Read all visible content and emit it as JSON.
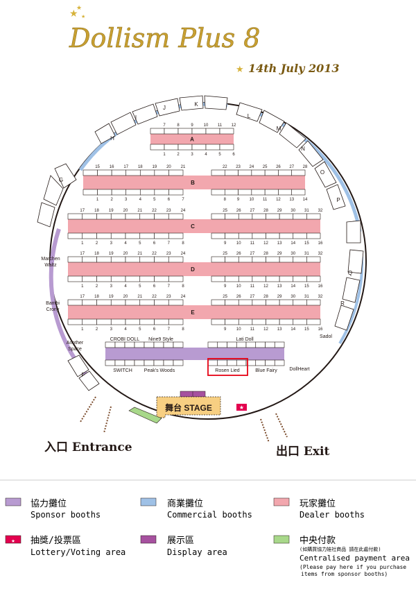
{
  "header": {
    "title": "Dollism Plus 8",
    "date": "14th July 2013",
    "colors": {
      "title": "#c8a032",
      "date": "#7a5a12",
      "star": "#d6b23a"
    }
  },
  "colors": {
    "sponsor": "#b89bd1",
    "commercial": "#9fc1e6",
    "dealer": "#f2a7ae",
    "lottery": "#e3004f",
    "display": "#a6519f",
    "payment": "#a8d88a",
    "stage": "#f7cf82",
    "highlight": "#e60012"
  },
  "rows": {
    "A": {
      "label": "A",
      "top": [
        "7",
        "8",
        "9",
        "10",
        "11",
        "12"
      ],
      "bottom": [
        "1",
        "2",
        "3",
        "4",
        "5",
        "6"
      ]
    },
    "B": {
      "label": "B",
      "top": [
        "15",
        "16",
        "17",
        "18",
        "19",
        "20",
        "21",
        "22",
        "23",
        "24",
        "25",
        "26",
        "27",
        "28"
      ],
      "bottom": [
        "1",
        "2",
        "3",
        "4",
        "5",
        "6",
        "7",
        "8",
        "9",
        "10",
        "11",
        "12",
        "13",
        "14"
      ]
    },
    "C": {
      "label": "C",
      "top": [
        "17",
        "18",
        "19",
        "20",
        "21",
        "22",
        "23",
        "24",
        "25",
        "26",
        "27",
        "28",
        "29",
        "30",
        "31",
        "32"
      ],
      "bottom": [
        "1",
        "2",
        "3",
        "4",
        "5",
        "6",
        "7",
        "8",
        "9",
        "10",
        "11",
        "12",
        "13",
        "14",
        "15",
        "16"
      ]
    },
    "D": {
      "label": "D",
      "top": [
        "17",
        "18",
        "19",
        "20",
        "21",
        "22",
        "23",
        "24",
        "25",
        "26",
        "27",
        "28",
        "29",
        "30",
        "31",
        "32"
      ],
      "bottom": [
        "1",
        "2",
        "3",
        "4",
        "5",
        "6",
        "7",
        "8",
        "9",
        "10",
        "11",
        "12",
        "13",
        "14",
        "15",
        "16"
      ]
    },
    "E": {
      "label": "E",
      "top": [
        "17",
        "18",
        "19",
        "20",
        "21",
        "22",
        "23",
        "24",
        "25",
        "26",
        "27",
        "28",
        "29",
        "30",
        "31",
        "32"
      ],
      "bottom": [
        "1",
        "2",
        "3",
        "4",
        "5",
        "6",
        "7",
        "8",
        "9",
        "10",
        "11",
        "12",
        "13",
        "14",
        "15",
        "16"
      ]
    }
  },
  "perimeter_letters": {
    "left_top": [
      "H",
      "I",
      "J",
      "K"
    ],
    "right_top": [
      "L",
      "M",
      "N",
      "O",
      "P"
    ],
    "left": [
      "G",
      "F"
    ],
    "right": [
      "Q",
      "R"
    ]
  },
  "sponsor_labels": {
    "crobi": "CROBI DOLL",
    "nine9": "Nine9 Style",
    "lati": "Lati Doll",
    "switch": "SWITCH",
    "peaks": "Peak's Woods",
    "rosen": "Rosen Lied",
    "bluefairy": "Blue Fairy",
    "dollheart": "DollHeart"
  },
  "wall_labels": {
    "marchen": [
      "Marchen",
      "Waltz"
    ],
    "bambi": [
      "Bambi",
      "Crony"
    ],
    "another": [
      "Another",
      "Space"
    ],
    "sadol": "Sadol"
  },
  "stage": {
    "label": "舞台 STAGE"
  },
  "doors": {
    "entrance": "入口 Entrance",
    "exit": "出口 Exit"
  },
  "legend": {
    "sponsor": {
      "zh": "協力攤位",
      "en": "Sponsor booths"
    },
    "commercial": {
      "zh": "商業攤位",
      "en": "Commercial booths"
    },
    "dealer": {
      "zh": "玩家攤位",
      "en": "Dealer booths"
    },
    "lottery": {
      "zh": "抽獎/投票區",
      "en": "Lottery/Voting area"
    },
    "display": {
      "zh": "展示區",
      "en": "Display area"
    },
    "payment": {
      "zh": "中央付款",
      "note_zh": "(如購買協力娃社商品 請在此處付款)",
      "en": "Centralised payment area",
      "note_en_1": "(Please pay here if you purchase",
      "note_en_2": "items from sponsor booths)"
    }
  }
}
